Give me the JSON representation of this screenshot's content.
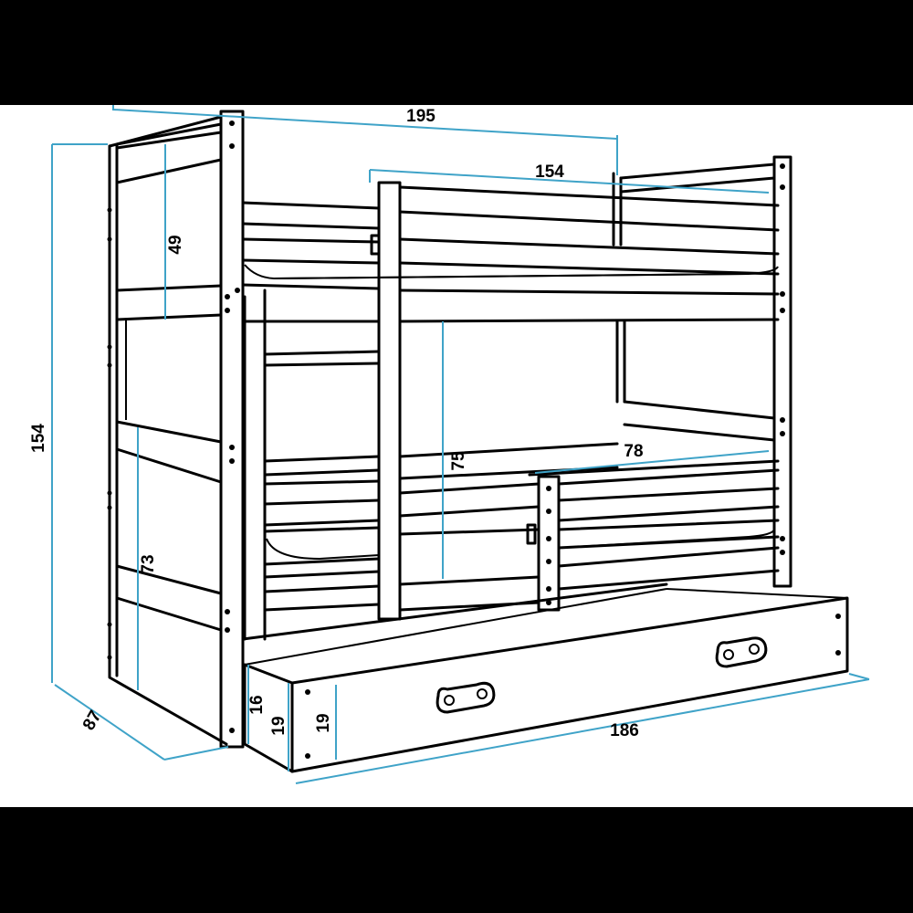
{
  "colors": {
    "background": "#ffffff",
    "frame_band": "#000000",
    "outline": "#000000",
    "dimension_line": "#3fa3c8"
  },
  "dimensions": {
    "total_length": "195",
    "upper_bed_length": "154",
    "total_height": "154",
    "upper_rail_height": "49",
    "bed_clearance": "75",
    "lower_bed_height": "73",
    "guard_rail_length": "78",
    "depth": "87",
    "drawer_length": "186",
    "drawer_height_16": "16",
    "drawer_front_19": "19",
    "drawer_panel_19": "19"
  }
}
